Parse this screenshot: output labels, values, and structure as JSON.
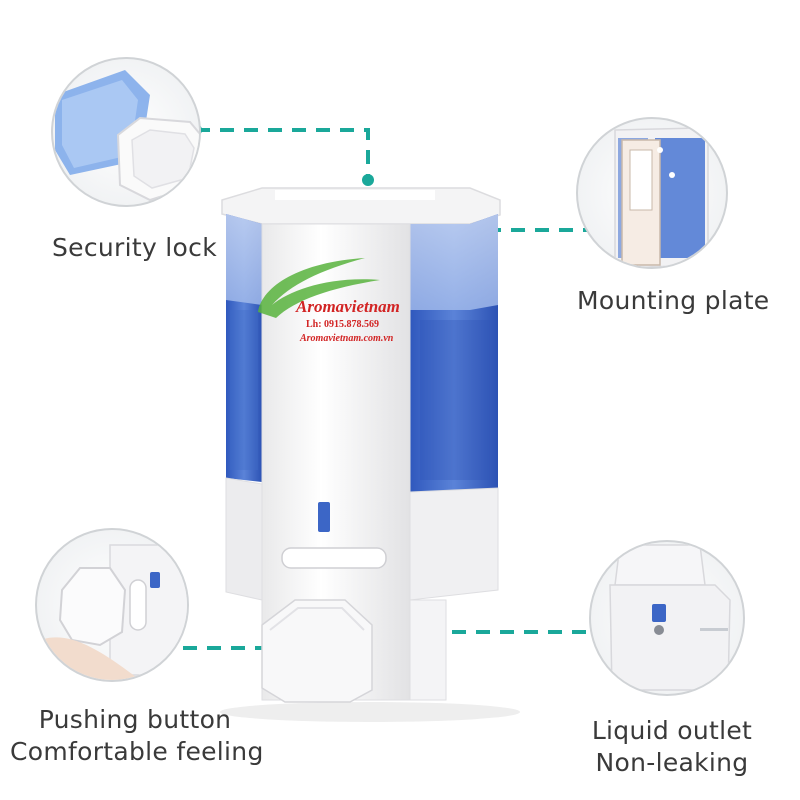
{
  "callouts": {
    "security_lock": "Security lock",
    "mounting_plate": "Mounting plate",
    "pushing_button_line1": "Pushing button",
    "pushing_button_line2": "Comfortable feeling",
    "liquid_outlet_line1": "Liquid outlet",
    "liquid_outlet_line2": "Non-leaking"
  },
  "watermark": {
    "brand": "Aromavietnam",
    "phone": "Lh: 0915.878.569",
    "website": "Aromavietnam.com.vn"
  },
  "colors": {
    "connector": "#1aa89a",
    "reservoir_blue": "#3c66c6",
    "body_white": "#f7f7f7",
    "label_text": "#3a3a3a",
    "watermark_red": "#d22424",
    "watermark_green": "#58b33d"
  }
}
